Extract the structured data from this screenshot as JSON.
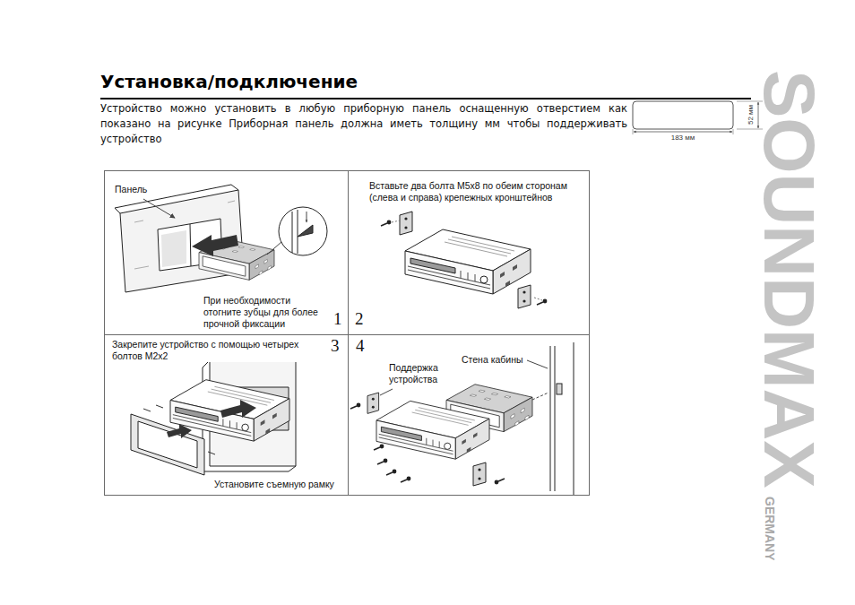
{
  "diagram": {
    "title": "Установка/подключение",
    "nodes": [
      {
        "text": [
          "Панель",
          "При необходимости отогните зубцы для более прочной фиксации",
          "1"
        ]
      },
      {
        "text": [
          "2",
          "Вставьте два болта М5х8 по обеим сторонам (слева и справа) крепежных кронштейнов"
        ]
      },
      {
        "text": [
          "Закрепите устройство с помощью четырех болтов М2х2",
          "3",
          "Установите съемную рамку"
        ]
      },
      {
        "text": [
          "4",
          "Поддержка устройства",
          "Стена кабины"
        ]
      }
    ],
    "labels": [
      "Устройство можно установить в любую приборную панель оснащенную отверстием как показано на рисунке Приборная панель должна иметь толщину мм чтобы поддерживать устройство",
      "52 мм",
      "183 мм",
      "SOUNDMAX",
      "GERMANY"
    ]
  }
}
